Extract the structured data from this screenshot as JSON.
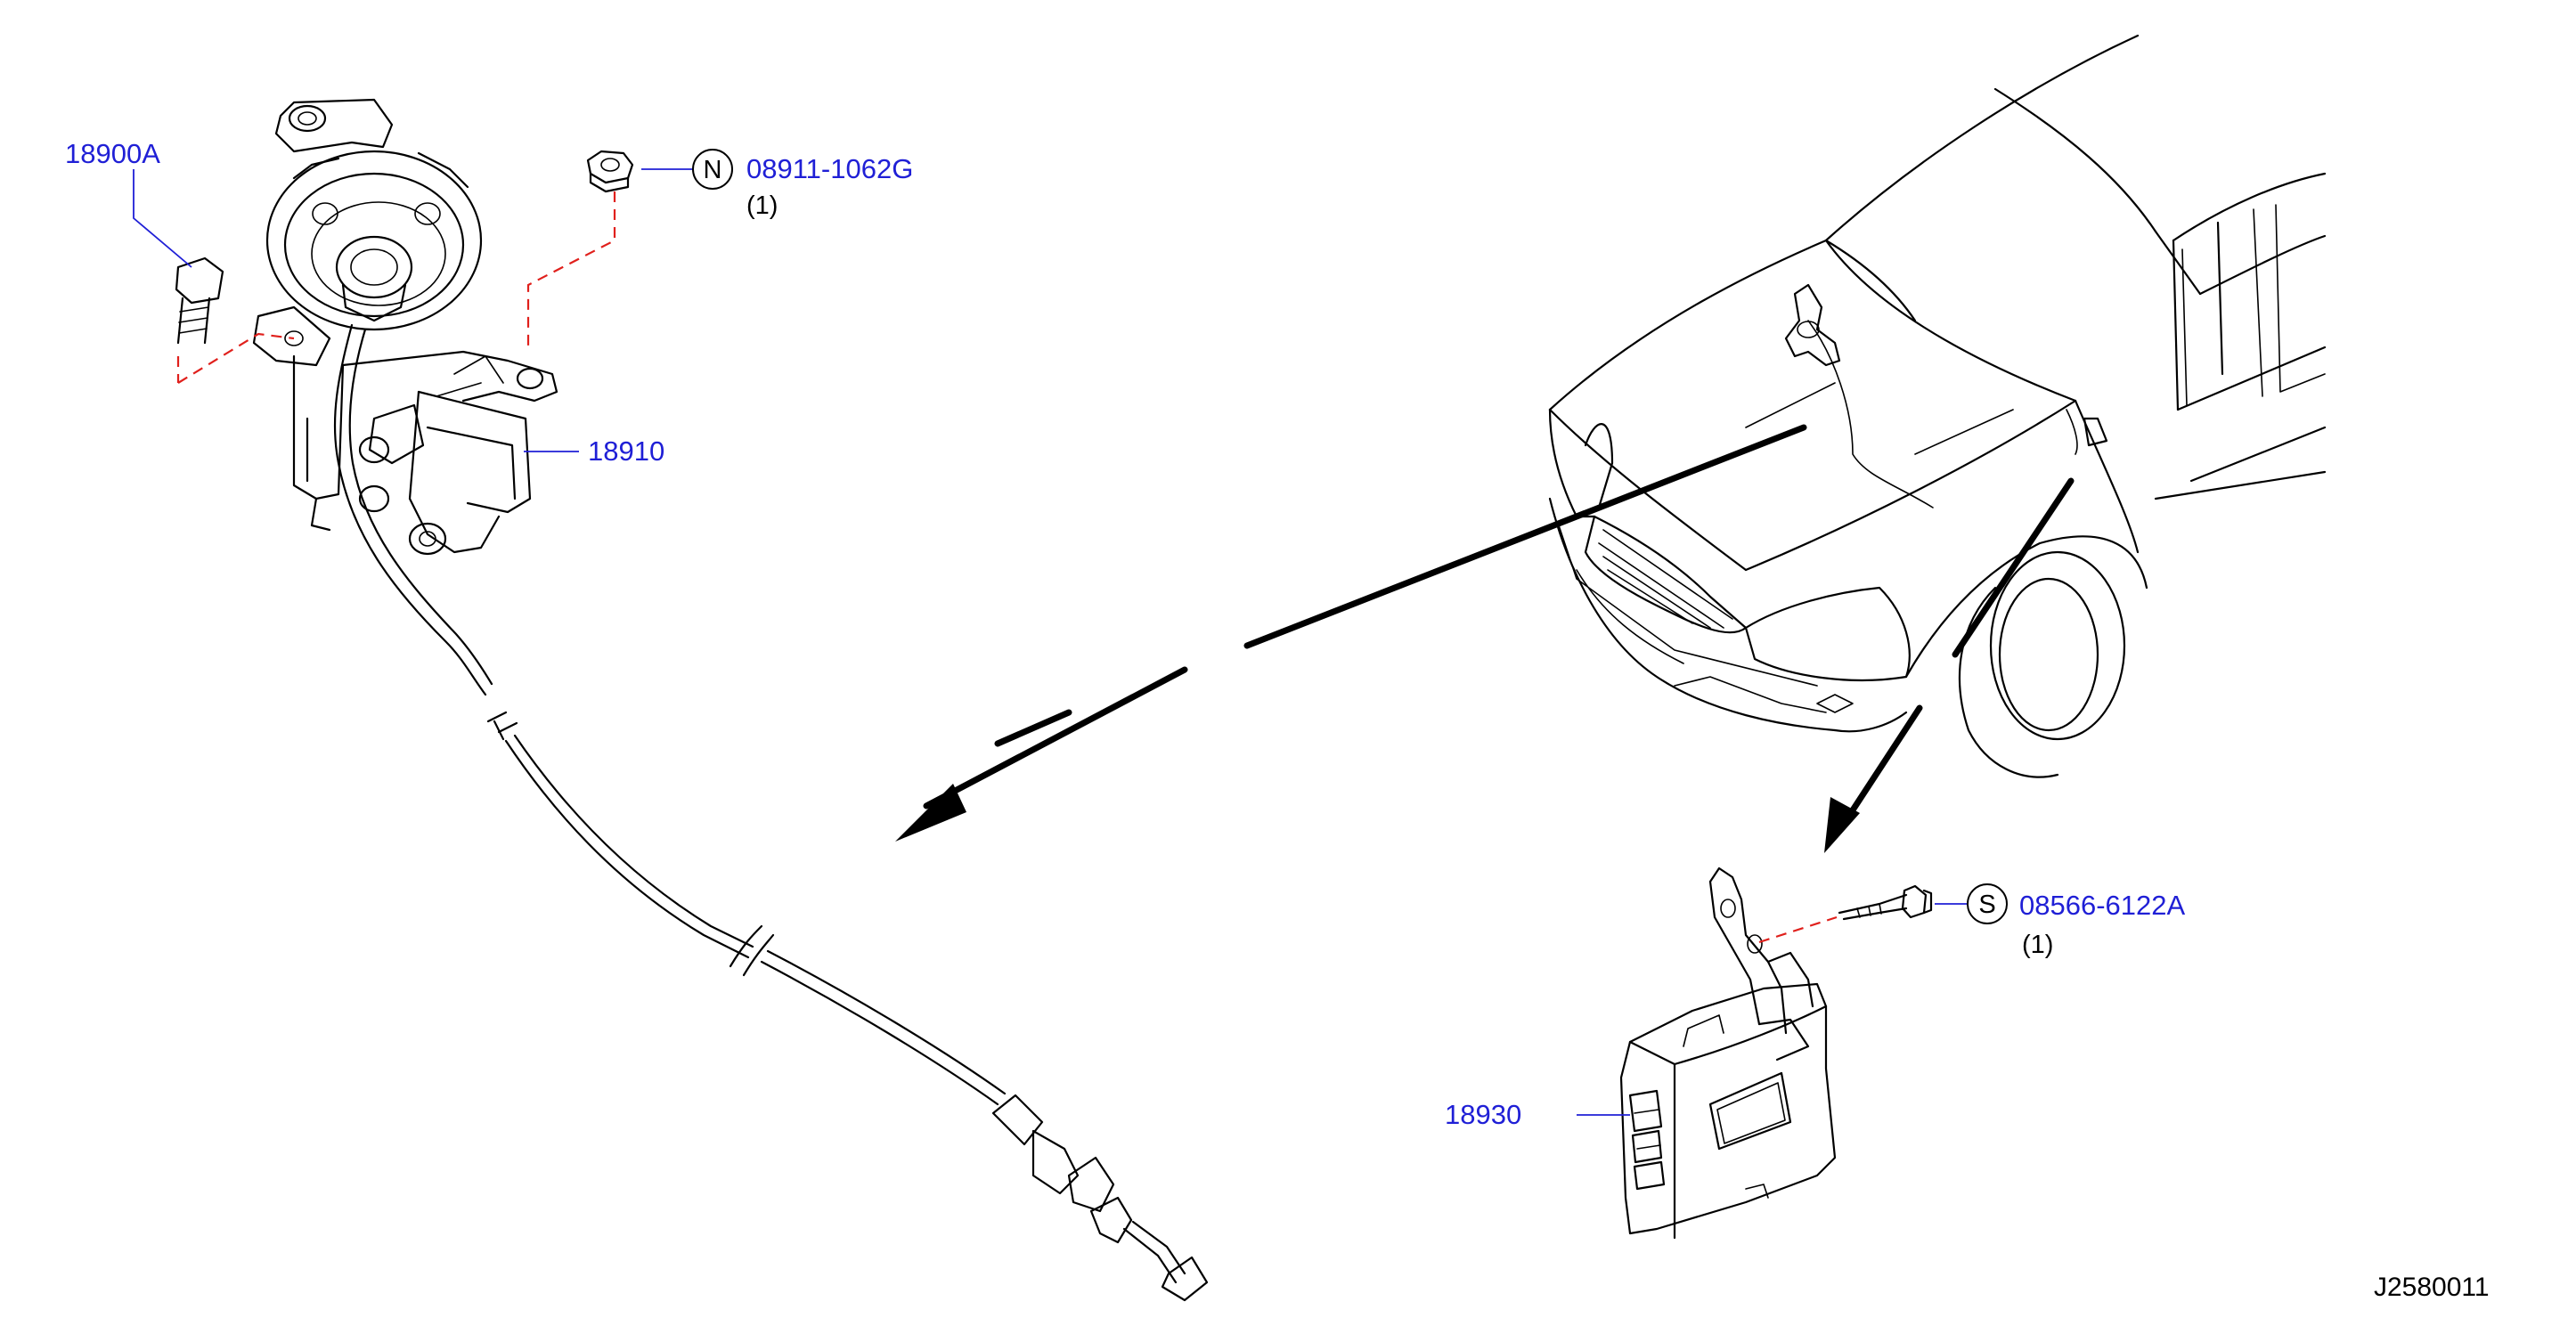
{
  "parts": {
    "bolt_18900a": "18900A",
    "nut_code": "08911-1062G",
    "nut_qty": "(1)",
    "nut_symbol": "N",
    "actuator_18910": "18910",
    "screw_code": "08566-6122A",
    "screw_qty": "(1)",
    "screw_symbol": "S",
    "control_unit_18930": "18930"
  },
  "diagram_id": "J2580011",
  "colors": {
    "label": "#1f1fd6",
    "fastener_path": "#e0201c",
    "linework": "#000000"
  }
}
